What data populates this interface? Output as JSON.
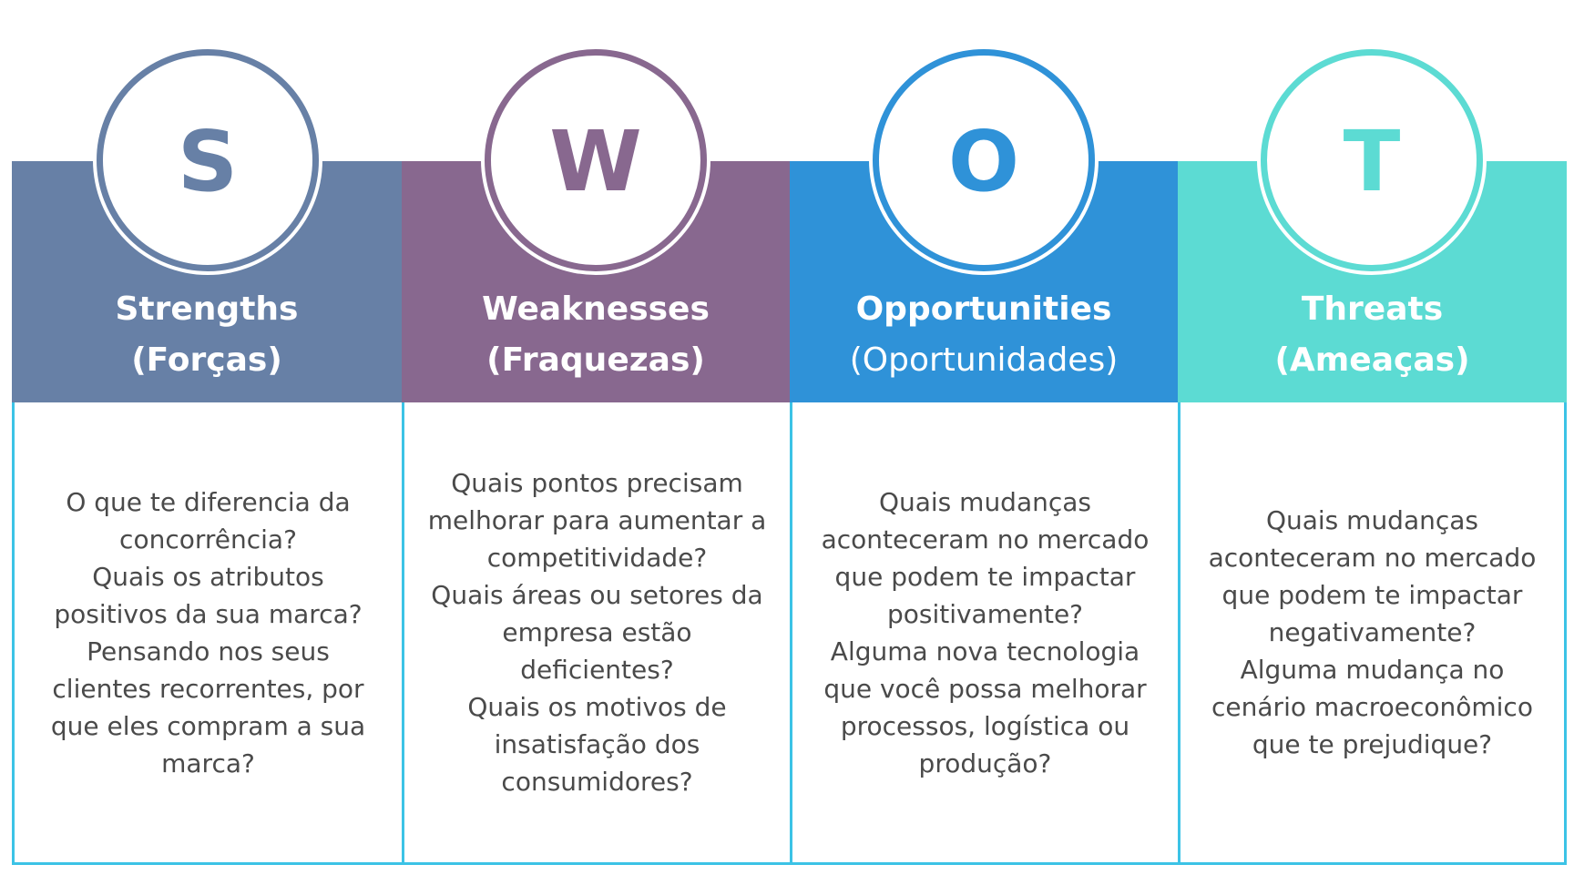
{
  "colors": {
    "strengths": "#6780a6",
    "weaknesses": "#88688f",
    "opportunities": "#2f92d8",
    "threats": "#5cdbd3",
    "border": "#3cc3e6",
    "body_text": "#4a4a4a"
  },
  "quadrants": [
    {
      "letter": "S",
      "title": "Strengths",
      "subtitle": "(Forças)",
      "body": "O que te diferencia da\nconcorrência?\nQuais os atributos\npositivos da sua marca?\nPensando nos seus\nclientes recorrentes, por\nque eles compram a sua\nmarca?"
    },
    {
      "letter": "W",
      "title": "Weaknesses",
      "subtitle": "(Fraquezas)",
      "body": "Quais pontos precisam\nmelhorar para aumentar a\ncompetitividade?\nQuais áreas ou setores da\nempresa estão\ndeficientes?\nQuais os motivos de\ninsatisfação dos\nconsumidores?"
    },
    {
      "letter": "O",
      "title": "Opportunities",
      "subtitle": "(Oportunidades)",
      "body": "Quais mudanças\naconteceram no mercado\nque podem te impactar\npositivamente?\nAlguma nova tecnologia\nque você possa melhorar\nprocessos, logística ou\nprodução?"
    },
    {
      "letter": "T",
      "title": "Threats",
      "subtitle": "(Ameaças)",
      "body": "Quais mudanças\naconteceram no mercado\nque podem te impactar\nnegativamente?\nAlguma mudança no\ncenário macroeconômico\nque te prejudique?"
    }
  ]
}
